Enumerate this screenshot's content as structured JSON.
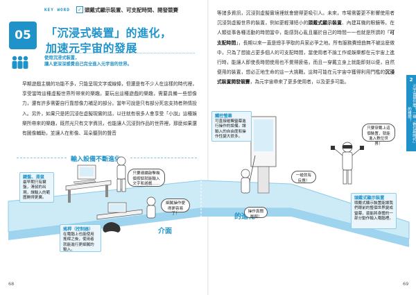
{
  "header": {
    "keyword": "KEY WORD",
    "check": "✓",
    "keyword_text": "頭戴式顯示裝置、可支配時間、開發競賽"
  },
  "chapter": {
    "number": "05",
    "title_line1": "「沉浸式裝置」的進化，",
    "title_line2": "加速元宇宙的發展",
    "lead_line1": "使用沉浸式裝置，",
    "lead_line2": "讓人更深深感覺自己完全進入元宇宙的世界。"
  },
  "left_body": "早期遊戲主機的功能不多，只能呈現文字或線條，但還是有不少人在這樣的時代裡，享受當時這種虛擬世界所帶來的樂趣。要玩出這種遊戲的樂趣，需要具備一些想像力，還有許多需要自行靠想像力補足的部分。當年可說是只有部分死忠支持者熱情投入。另外，如果只是把沉浸在虛擬現實的話，以往就有很多人會享受「小說」這種娛樂所帶來的樂趣，既然光只有文字資訊，也能讓人沉浸到作品的世界裡，那麼如果還有圖像輔助，並讓人在影像、耳朵聽到的聲音",
  "section_title": "輸入設備不斷進化",
  "right_body": {
    "p1_a": "等諸多資訊，沉浸到虛擬實境裡就會變得更吸引人。未來，市場需要更不影響使用者沉浸到虛擬世界的裝置，例如更輕薄短小的",
    "p1_hl1": "頭戴式顯示裝置",
    "p1_b": "、內建耳機的眼鏡等。在人類從事各種活動的時間當中，能感到心亂且屬於自己的時間一一也就是所謂的「",
    "p1_hl2": "可支配時間",
    "p1_c": "」，長期以來一直是總手爭取的兵家必爭之地。所有服務費總曲無不被這麼做中，只為了想搶占更多個人的可支配時間，當使用者不論工作或娛樂都在元宇宙上進行時，能讓人即使長時間使用也不覺得疲倦，而且一穿戴立身上就能即刻以便，自然便用的裝置，想必正地生命的這一大挑戰。這時可能在元宇宙中獲得利用門檻的",
    "p1_hl3": "沉浸式裝置開發競賽",
    "p1_d": "，為元宇宙帶來了更多使用者，以及更多可能。"
  },
  "side_tab": {
    "number": "2",
    "label": "元宇宙是什麼？一窺「數位新時代」的樣貌！"
  },
  "floor_labels": {
    "left": "介面",
    "right": "的進化"
  },
  "callouts": {
    "keyboard": {
      "title": "鍵盤、滑鼠",
      "text": "最早期只有鍵盤，滑鼠的出現，讓輸入的範圍開得更廣。"
    },
    "joystick": {
      "title": "搖桿（控制器）",
      "text": "在電腦上也能使用搖桿之後，使用者就能進行更細膩的輸入。"
    },
    "touch": {
      "title": "觸控螢幕",
      "text": "可直接碰觸螢幕進行操作的設備。讓輸入的自由度和操作性變大很多。"
    },
    "hmd": {
      "title": "頭戴式顯示裝置",
      "text": "頭戴式顯示裝置能讓我們眼前的整個世界變成螢幕，還能將身體的一部分動作輸入電腦裡。"
    }
  },
  "bubbles": {
    "b1": "只要連續敲擊幾個按鈕就能輸入文字和遊戲……",
    "b2": "細膩操作便得更容易了！",
    "b3": "一碰就有反應！",
    "b4": "操作真簡單啊！",
    "b5": "只要穿戴上這個裝置，就能進入數位世界！"
  },
  "page_numbers": {
    "left": "68",
    "right": "69"
  },
  "colors": {
    "accent": "#1f93c9",
    "floor": "#cdeaf7",
    "callout_bg": "#eaf6fc"
  },
  "icons": [
    "people-icon",
    "check-icon"
  ]
}
